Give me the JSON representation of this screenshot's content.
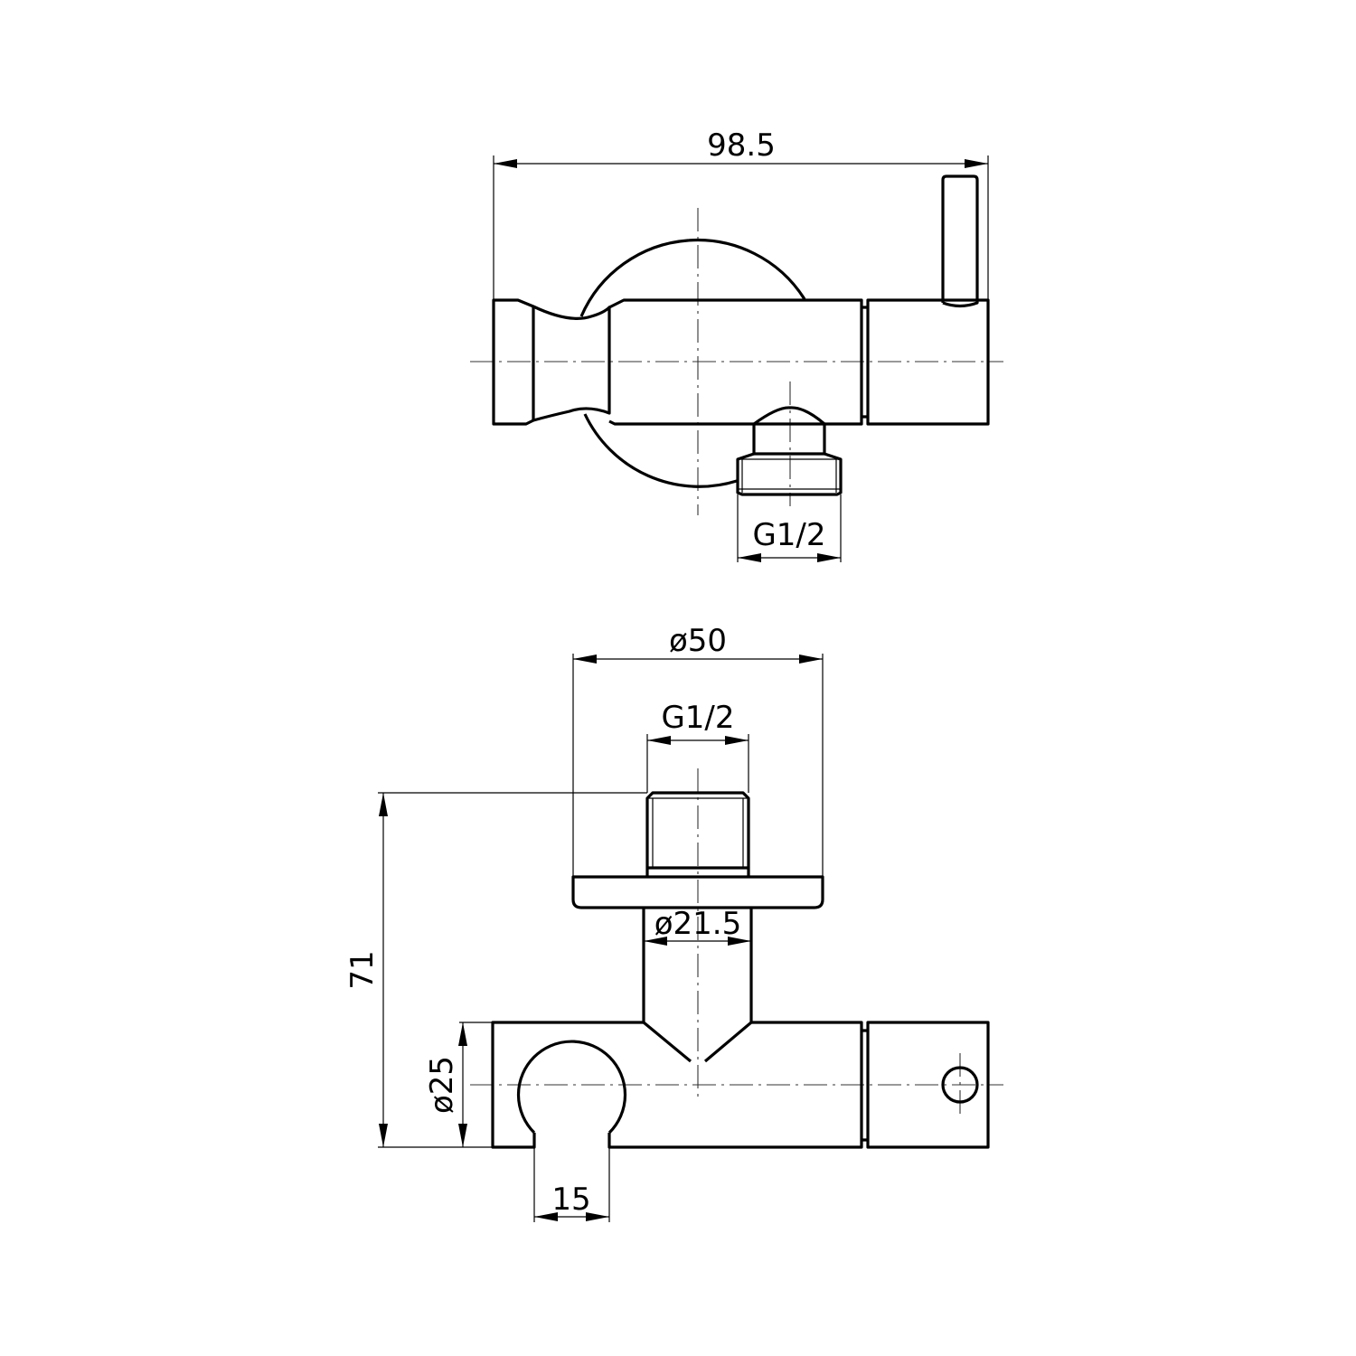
{
  "drawing": {
    "type": "technical-drawing",
    "subject": "wall-mounted shower valve / connector",
    "line_color": "#000000",
    "background": "#ffffff"
  },
  "top_view": {
    "dimensions": {
      "overall_width": "98.5",
      "outlet_thread": "G1/2"
    }
  },
  "front_view": {
    "dimensions": {
      "flange_diameter": "ø50",
      "inlet_thread": "G1/2",
      "stem_diameter": "ø21.5",
      "overall_height": "71",
      "body_diameter": "ø25",
      "slot_width": "15"
    }
  }
}
